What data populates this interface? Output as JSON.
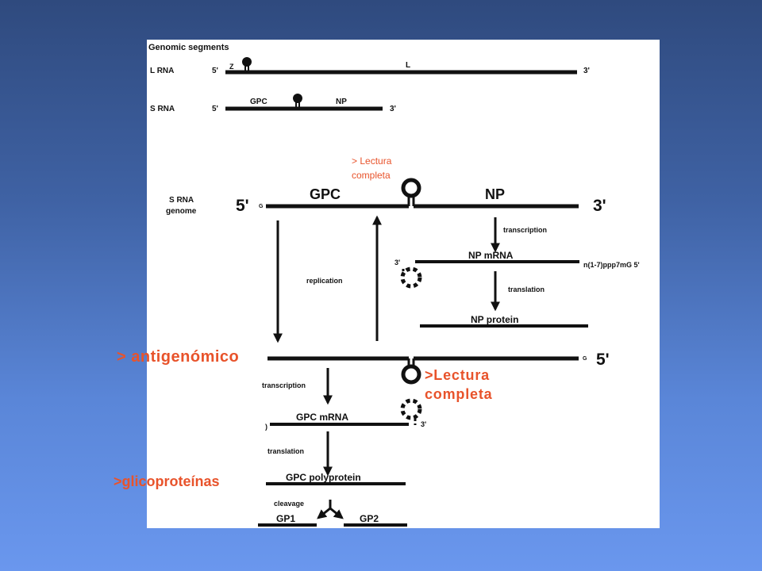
{
  "genomic": {
    "title": "Genomic segments",
    "l_rna": "L RNA",
    "l_five": "5'",
    "l_z": "Z",
    "l_l": "L",
    "l_three": "3'",
    "s_rna": "S RNA",
    "s_five": "5'",
    "s_gpc": "GPC",
    "s_np": "NP",
    "s_three": "3'"
  },
  "main": {
    "genome_label_1": "S RNA",
    "genome_label_2": "genome",
    "five_prime": "5'",
    "g_left": "G",
    "gpc": "GPC",
    "np": "NP",
    "three_prime": "3'",
    "transcription_np": "transcription",
    "np_mrna_three": "3'",
    "np_mrna": "NP mRNA",
    "np_mrna_cap": "n(1-7)ppp7mG 5'",
    "replication": "replication",
    "translation_np": "translation",
    "np_protein": "NP protein",
    "anti_g": "G",
    "anti_five": "5'",
    "transcription_gpc": "transcription",
    "gpc_mrna": "GPC mRNA",
    "gpc_mrna_three": "3'",
    "translation_gpc": "translation",
    "gpc_polyprotein": "GPC polyprotein",
    "cleavage": "cleavage",
    "gp1": "GP1",
    "gp2": "GP2"
  },
  "annotations": {
    "lectura_small": "> Lectura completa",
    "antigenomico": "> antigenómico",
    "lectura_big": ">Lectura completa",
    "glicoproteinas": ">glicoproteínas"
  },
  "colors": {
    "annotation": "#e8532b",
    "panel": "#ffffff"
  }
}
